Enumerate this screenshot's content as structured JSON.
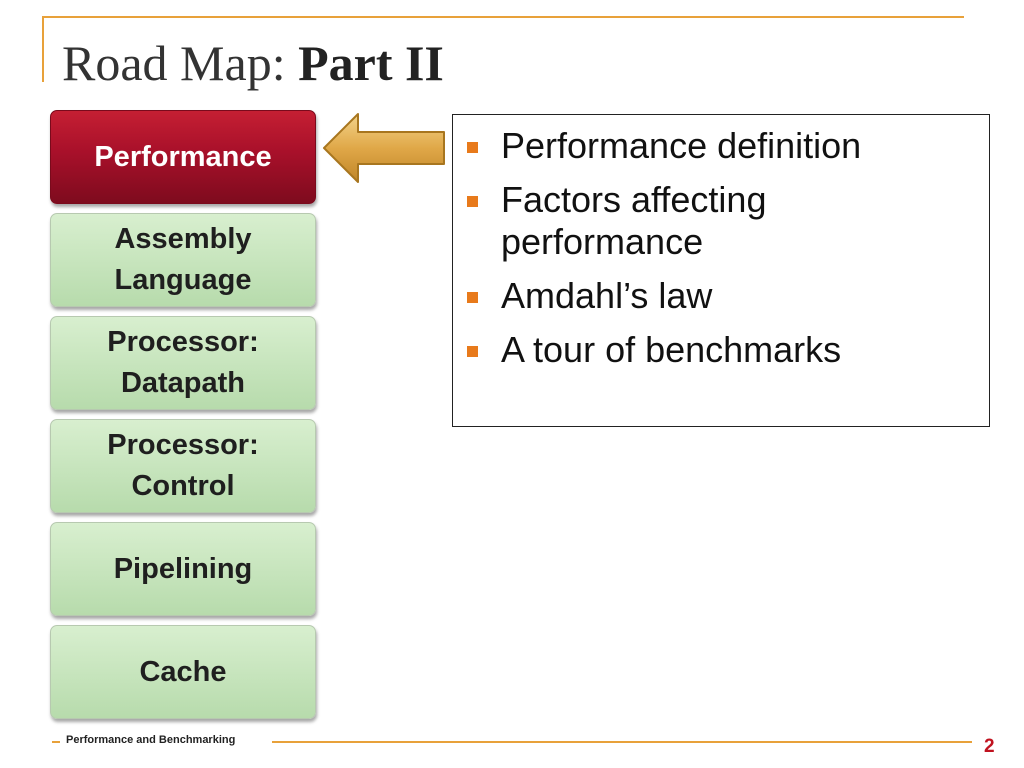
{
  "slide": {
    "title_prefix": "Road Map: ",
    "title_bold": "Part II"
  },
  "roadmap": {
    "items": [
      {
        "label": "Performance",
        "active": true
      },
      {
        "label": "Assembly\nLanguage",
        "active": false
      },
      {
        "label": "Processor:\nDatapath",
        "active": false
      },
      {
        "label": "Processor:\nControl",
        "active": false
      },
      {
        "label": "Pipelining",
        "active": false
      },
      {
        "label": "Cache",
        "active": false
      }
    ]
  },
  "pointer": {
    "icon": "left-arrow-icon"
  },
  "bullets": [
    "Performance definition",
    "Factors affecting performance",
    "Amdahl’s law",
    "A tour of benchmarks"
  ],
  "footer": {
    "text": "Performance and Benchmarking",
    "page_number": "2"
  },
  "colors": {
    "accent_line": "#e8a13a",
    "active_tile": "#a8102a",
    "inactive_tile": "#c6e4bc",
    "bullet_marker": "#e87a1b",
    "page_number": "#c0121f"
  }
}
